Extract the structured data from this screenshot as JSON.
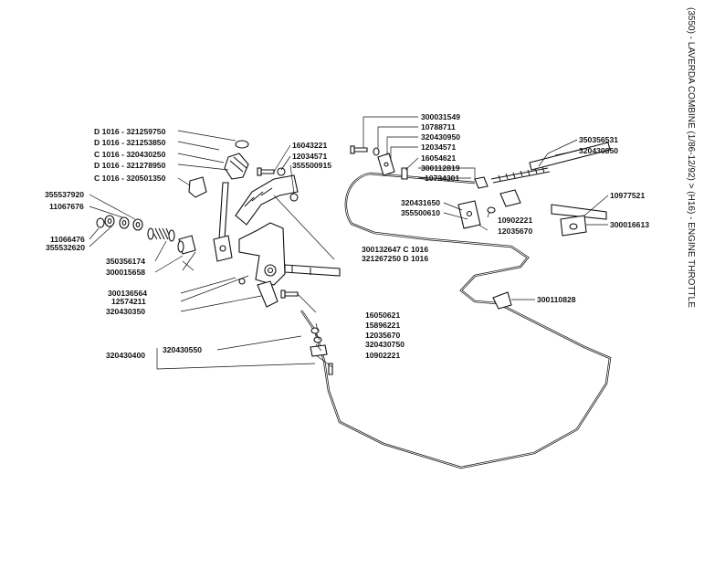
{
  "title": "(3550) - LAVERDA COMBINE (1/86-12/92) > (H16) - ENGINE THROTTLE",
  "labels": {
    "l01": "D 1016 - 321259750",
    "l02": "D 1016 - 321253850",
    "l03": "C 1016 - 320430250",
    "l04": "D 1016 - 321278950",
    "l05": "C 1016 - 320501350",
    "l06": "355537920",
    "l07": "11067676",
    "l08": "11066476",
    "l09": "355532620",
    "l10": "350356174",
    "l11": "300015658",
    "l12": "16043221",
    "l13": "12034571",
    "l14": "355500915",
    "l15": "300132647 C 1016",
    "l16": "321267250 D 1016",
    "l17": "300136564",
    "l18": "12574211",
    "l19": "320430350",
    "l20": "16050621",
    "l21": "15896221",
    "l22": "12035670",
    "l23": "320430750",
    "l24": "10902221",
    "l25": "320430550",
    "l26": "320430400",
    "l27": "300031549",
    "l28": "10788711",
    "l29": "320430950",
    "l30": "12034571",
    "l31": "16054621",
    "l32": "300112819",
    "l33": "10734301",
    "l34": "320431650",
    "l35": "355500610",
    "l36": "10902221",
    "l37": "12035670",
    "l38": "350356531",
    "l39": "320430850",
    "l40": "10977521",
    "l41": "300016613",
    "l42": "300110828"
  }
}
